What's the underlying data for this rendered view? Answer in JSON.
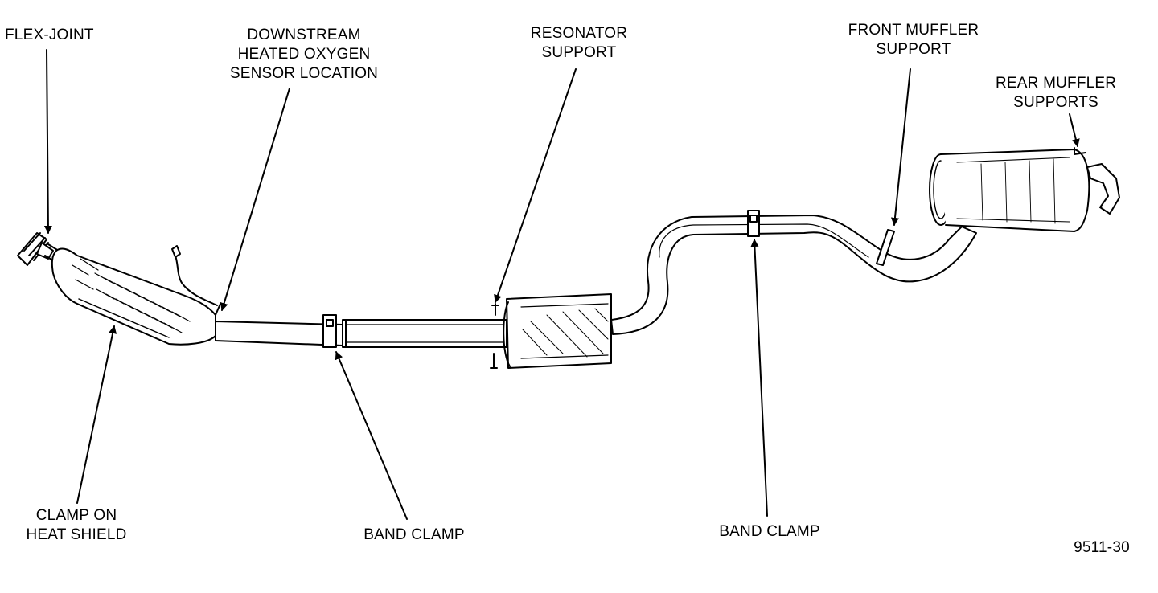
{
  "diagram": {
    "ink_color": "#000000",
    "background_color": "#ffffff",
    "components": [
      "flex-joint",
      "catalytic-converter",
      "downstream-oxygen-sensor",
      "intermediate-pipe",
      "resonator",
      "front-muffler-pipe",
      "rear-muffler"
    ],
    "labels": {
      "flex_joint": "FLEX-JOINT",
      "oxygen_sensor": [
        "DOWNSTREAM",
        "HEATED OXYGEN",
        "SENSOR LOCATION"
      ],
      "resonator_support": [
        "RESONATOR",
        "SUPPORT"
      ],
      "front_muffler_support": [
        "FRONT MUFFLER",
        "SUPPORT"
      ],
      "rear_muffler_supports": [
        "REAR MUFFLER",
        "SUPPORTS"
      ],
      "clamp_heat_shield": [
        "CLAMP ON",
        "HEAT SHIELD"
      ],
      "band_clamp_1": "BAND CLAMP",
      "band_clamp_2": "BAND CLAMP",
      "figure_number": "9511-30"
    }
  }
}
